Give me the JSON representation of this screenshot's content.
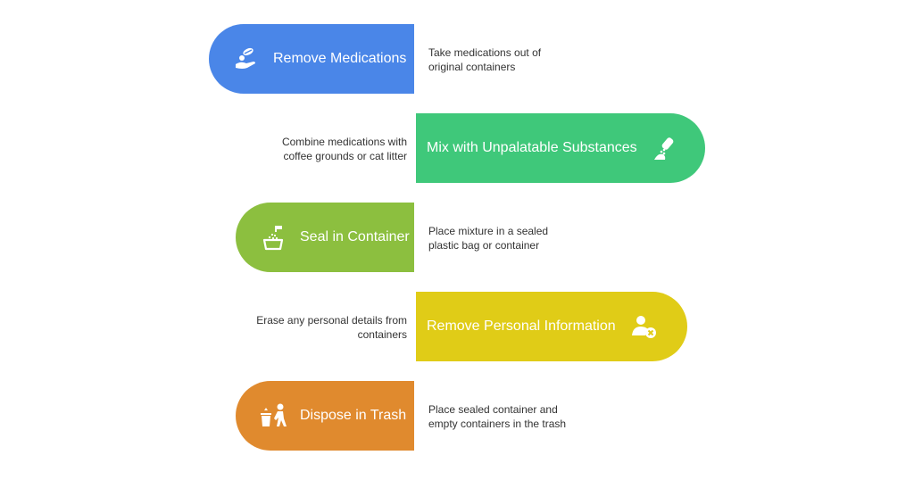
{
  "steps": [
    {
      "title": "Remove Medications",
      "desc": [
        "Take medications out of",
        "original containers"
      ],
      "color": "#4a86e8",
      "icon": "hand-pill-icon",
      "side": "left"
    },
    {
      "title": "Mix with Unpalatable Substances",
      "desc": [
        "Combine medications with",
        "coffee grounds or cat litter"
      ],
      "color": "#3fc87a",
      "icon": "pour-mix-icon",
      "side": "right"
    },
    {
      "title": "Seal in Container",
      "desc": [
        "Place mixture in a sealed",
        "plastic bag or container"
      ],
      "color": "#8cbf3f",
      "icon": "container-icon",
      "side": "left"
    },
    {
      "title": "Remove Personal Information",
      "desc": [
        "Erase any personal details from",
        "containers"
      ],
      "color": "#e0cc17",
      "icon": "remove-user-icon",
      "side": "right"
    },
    {
      "title": "Dispose in Trash",
      "desc": [
        "Place sealed container and",
        "empty containers in the trash"
      ],
      "color": "#e08a2e",
      "icon": "trash-dispose-icon",
      "side": "left"
    }
  ]
}
